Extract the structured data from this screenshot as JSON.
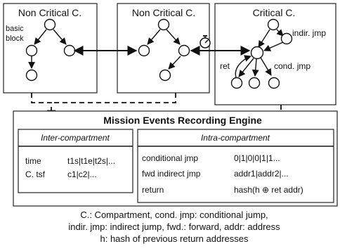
{
  "compartments": {
    "left_title": "Non Critical C.",
    "left_note_line1": "basic",
    "left_note_line2": "block",
    "middle_title": "Non Critical C.",
    "right_title": "Critical C.",
    "right_label_indir": "indir. jmp",
    "right_label_ret": "ret",
    "right_label_cond": "cond. jmp"
  },
  "engine": {
    "title": "Mission Events Recording Engine",
    "inter": {
      "header": "Inter-compartment",
      "row1_label": "time",
      "row1_value": "t1s|t1e|t2s|...",
      "row2_label": "C. tsf",
      "row2_value": "c1|c2|..."
    },
    "intra": {
      "header": "Intra-compartment",
      "row1_label": "conditional jmp",
      "row1_value": "0|1|0|0|1|1...",
      "row2_label": "fwd indirect jmp",
      "row2_value": "addr1|addr2|...",
      "row3_label": "return",
      "row3_value": "hash(h ⊕ ret addr)"
    }
  },
  "caption": {
    "line1": "C.: Compartment, cond. jmp: conditional jump,",
    "line2": "indir. jmp: indirect jump, fwd.: forward, addr: address",
    "line3": "h: hash of previous return addresses"
  },
  "icons": {
    "timer": "stopwatch-icon"
  }
}
